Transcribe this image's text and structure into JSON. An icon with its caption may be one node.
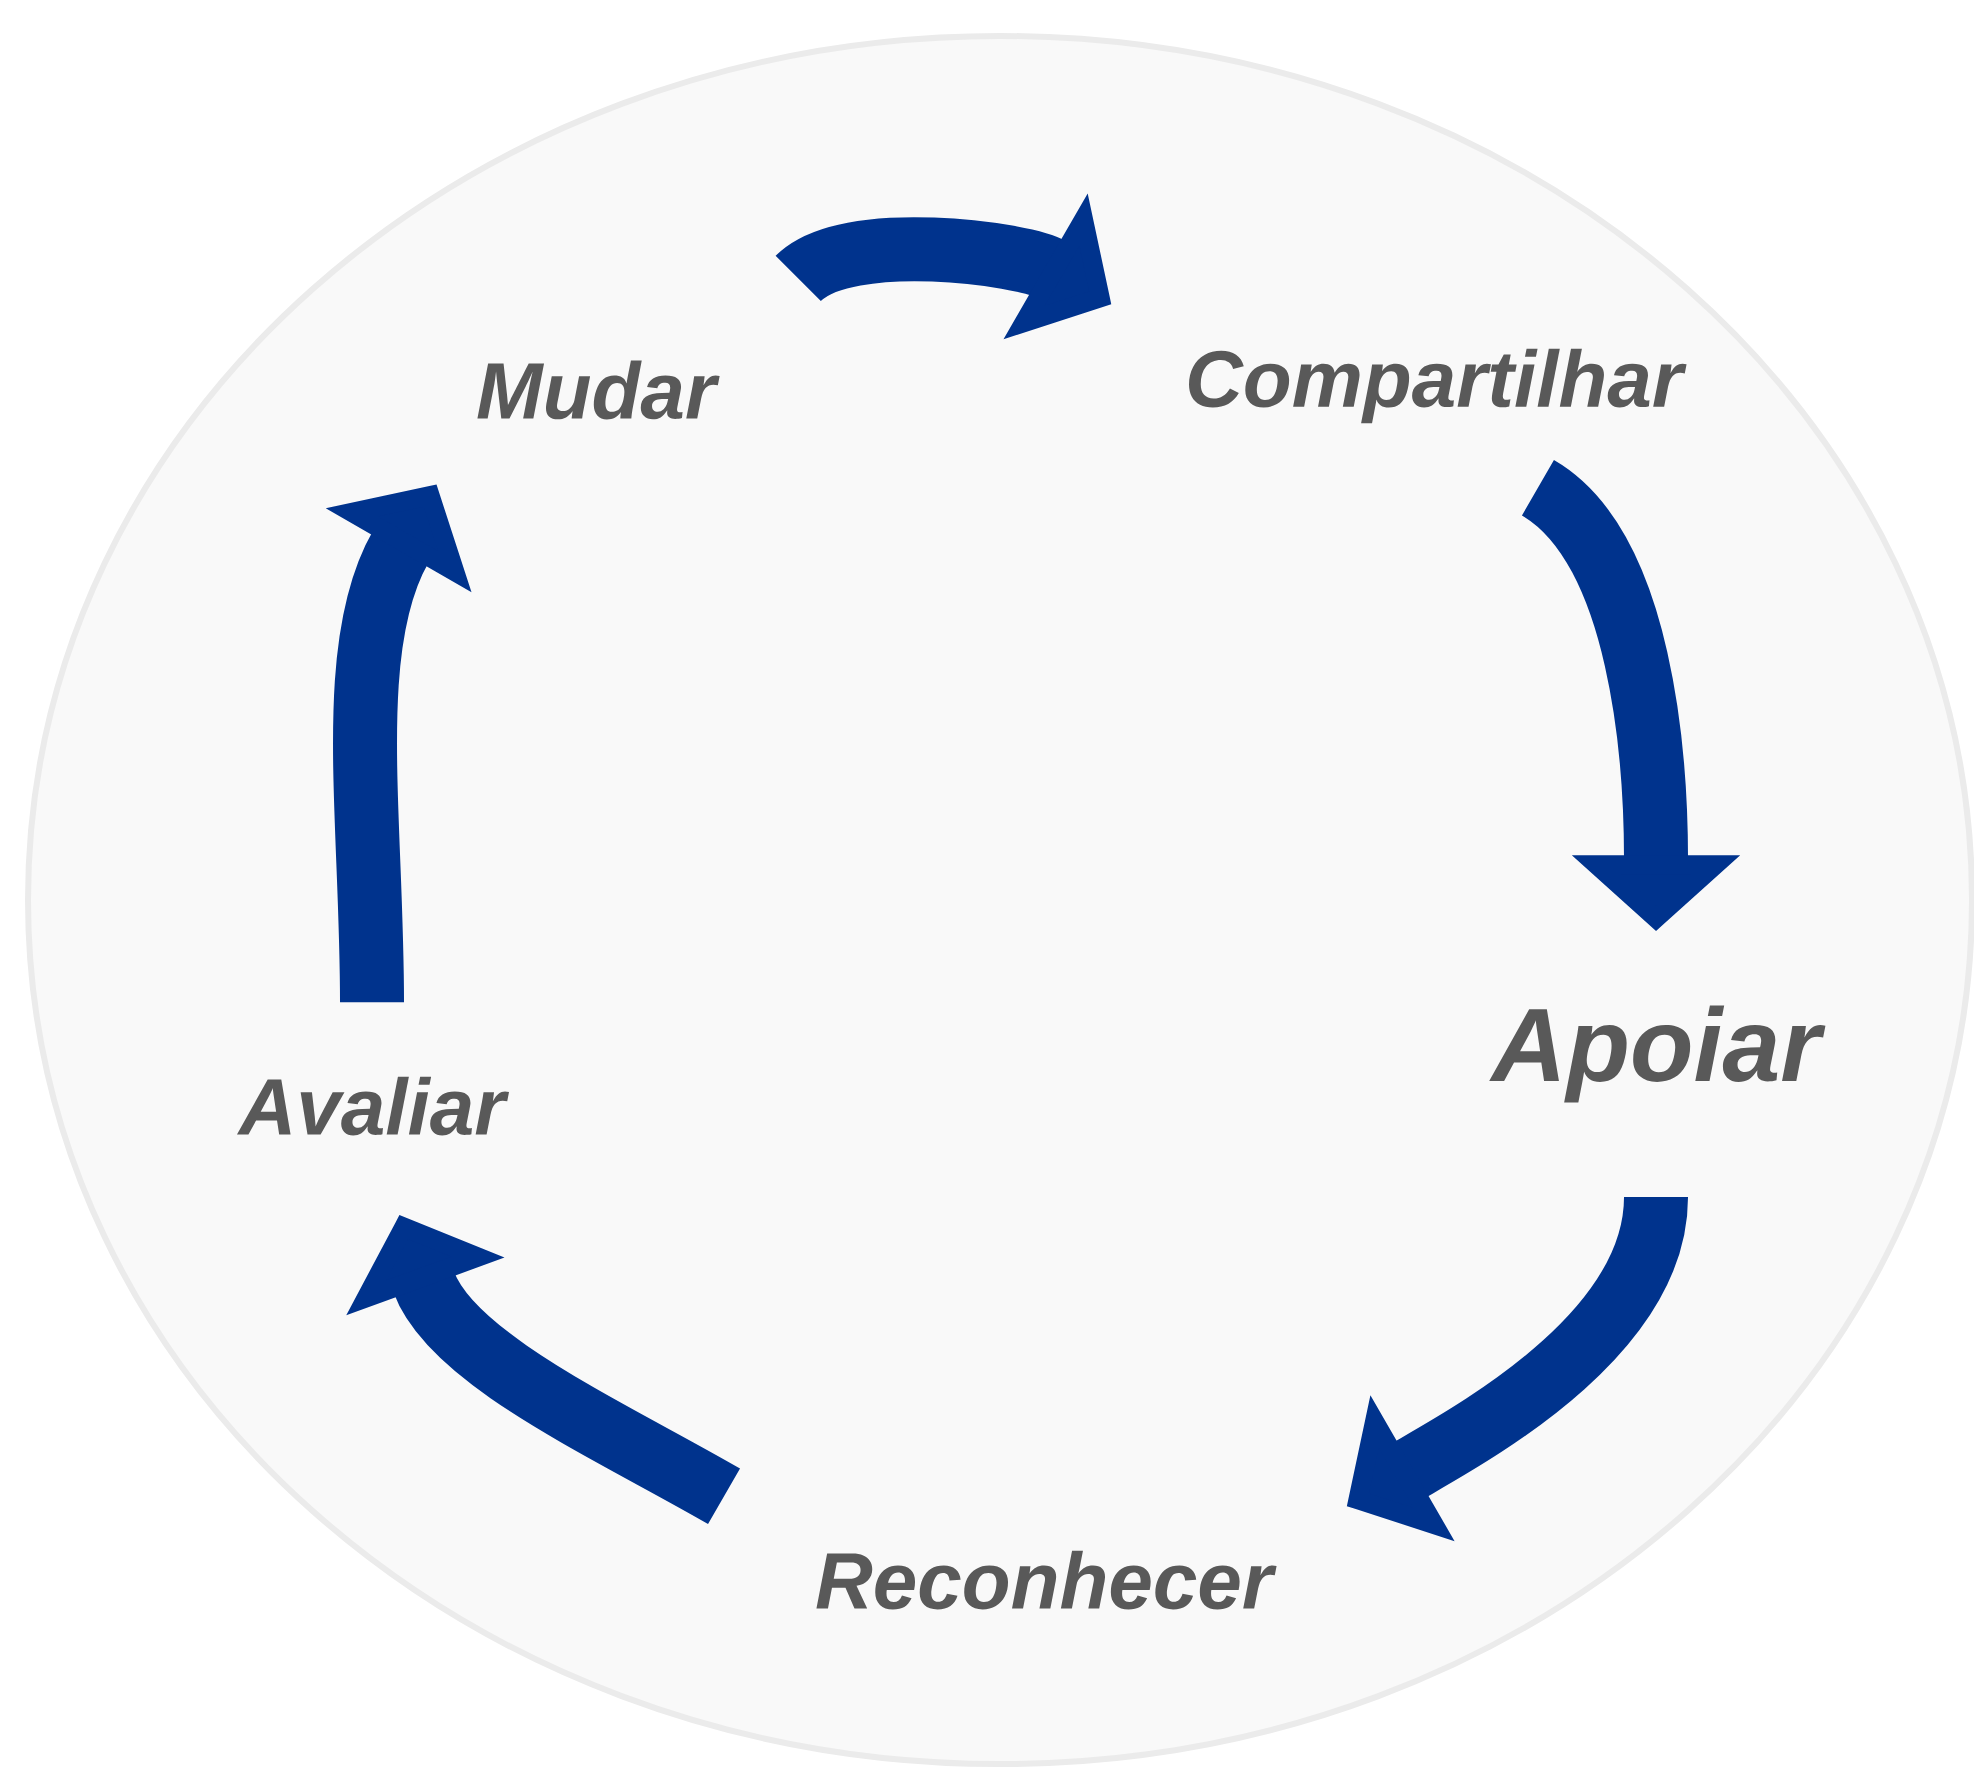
{
  "diagram": {
    "nodes": [
      {
        "text": [
          "Mudar"
        ]
      },
      {
        "text": [
          "Compartilhar"
        ]
      },
      {
        "text": [
          "Apoiar"
        ]
      },
      {
        "text": [
          "Reconhecer"
        ]
      },
      {
        "text": [
          "Avaliar"
        ]
      }
    ],
    "edges": [
      {
        "from": 0,
        "to": 1,
        "arrow": "to"
      },
      {
        "from": 1,
        "to": 2,
        "arrow": "to"
      },
      {
        "from": 2,
        "to": 3,
        "arrow": "to"
      },
      {
        "from": 3,
        "to": 4,
        "arrow": "to"
      },
      {
        "from": 4,
        "to": 0,
        "arrow": "to"
      }
    ]
  }
}
